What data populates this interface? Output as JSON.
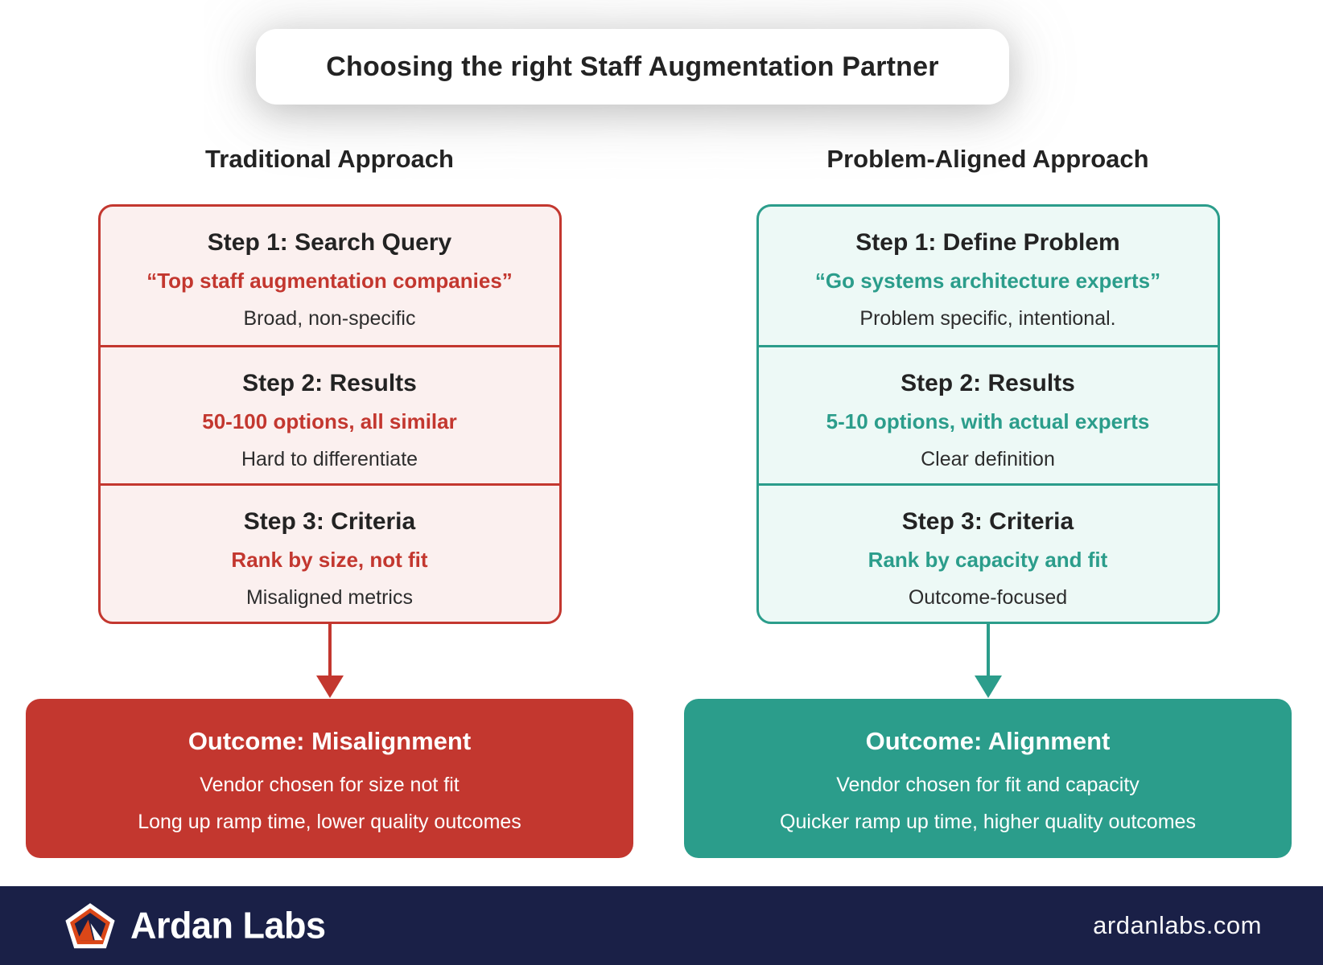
{
  "title": "Choosing the right Staff Augmentation Partner",
  "columns": [
    {
      "id": "traditional",
      "header": "Traditional Approach",
      "accent": "#C3372F",
      "bg_light": "#FBF0EF",
      "steps": [
        {
          "title": "Step 1: Search Query",
          "highlight": "“Top staff augmentation companies”",
          "note": "Broad, non-specific"
        },
        {
          "title": "Step 2: Results",
          "highlight": "50-100 options, all similar",
          "note": "Hard to differentiate"
        },
        {
          "title": "Step 3: Criteria",
          "highlight": "Rank by size, not fit",
          "note": "Misaligned metrics"
        }
      ],
      "outcome": {
        "title": "Outcome: Misalignment",
        "line1": "Vendor chosen for size not fit",
        "line2": "Long up ramp time, lower quality outcomes"
      }
    },
    {
      "id": "problem-aligned",
      "header": "Problem-Aligned Approach",
      "accent": "#2B9D8B",
      "bg_light": "#EDF9F6",
      "steps": [
        {
          "title": "Step 1: Define Problem",
          "highlight": "“Go systems architecture experts”",
          "note": "Problem specific, intentional."
        },
        {
          "title": "Step 2: Results",
          "highlight": "5-10 options, with actual experts",
          "note": "Clear definition"
        },
        {
          "title": "Step 3: Criteria",
          "highlight": "Rank by capacity and fit",
          "note": "Outcome-focused"
        }
      ],
      "outcome": {
        "title": "Outcome: Alignment",
        "line1": "Vendor chosen for fit and capacity",
        "line2": "Quicker ramp up time, higher quality outcomes"
      }
    }
  ],
  "footer": {
    "brand": "Ardan Labs",
    "url": "ardanlabs.com",
    "bg": "#1A2047",
    "logo_orange": "#DB4718",
    "logo_white": "#FFFFFF"
  },
  "icons": {
    "logo": "ardan-labs-logo",
    "arrow": "down-arrow"
  }
}
